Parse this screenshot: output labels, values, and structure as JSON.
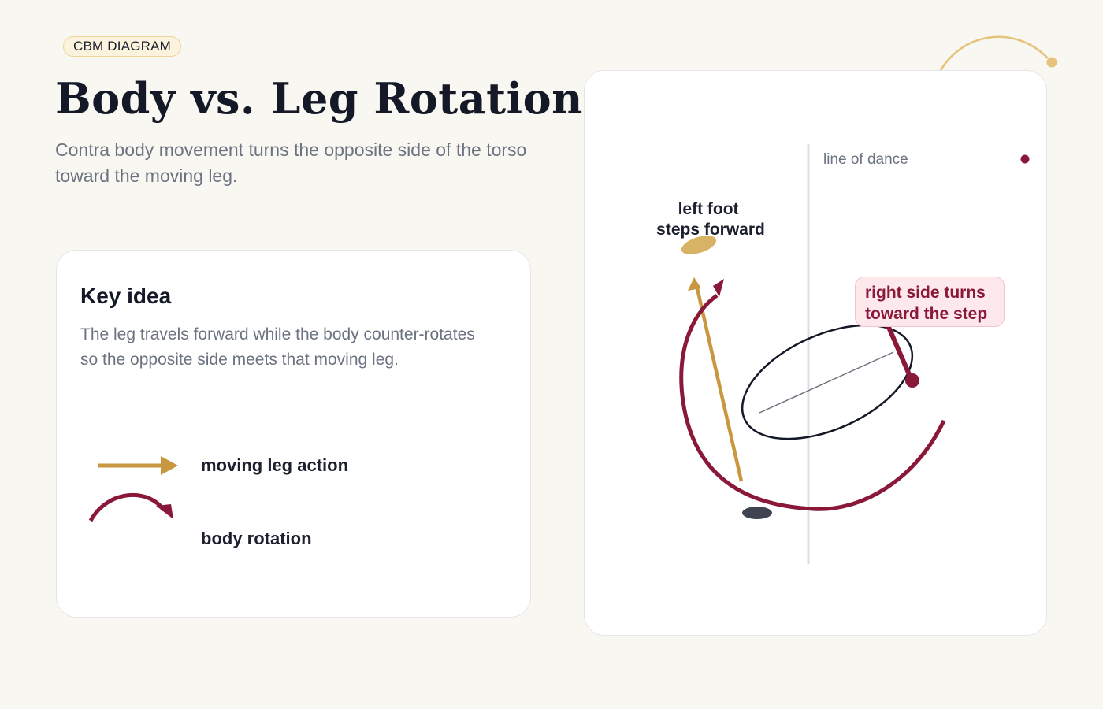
{
  "header": {
    "badge": "CBM DIAGRAM",
    "title": "Body vs. Leg Rotation",
    "subtitle": "Contra body movement turns the opposite side of the torso toward the moving leg."
  },
  "key_card": {
    "title": "Key idea",
    "body": "The leg travels forward while the body counter-rotates so the opposite side meets that moving leg.",
    "legend": [
      {
        "icon": "straight-arrow-icon",
        "label": "moving leg action",
        "color": "#c9973f"
      },
      {
        "icon": "curved-arrow-icon",
        "label": "body rotation",
        "color": "#8a1839"
      }
    ]
  },
  "diagram": {
    "line_label": "line of dance",
    "foot_label_line1": "left foot",
    "foot_label_line2": "steps forward",
    "callout_line1": "right side turns",
    "callout_line2": "toward the step"
  },
  "colors": {
    "background": "#f9f7f1",
    "leg_action": "#c9973f",
    "foot_highlight": "#d9b365",
    "body_rotation": "#8a1839",
    "torso_outline": "#141827",
    "standing_foot": "#3f4450",
    "callout_fill": "#fde8ec"
  }
}
